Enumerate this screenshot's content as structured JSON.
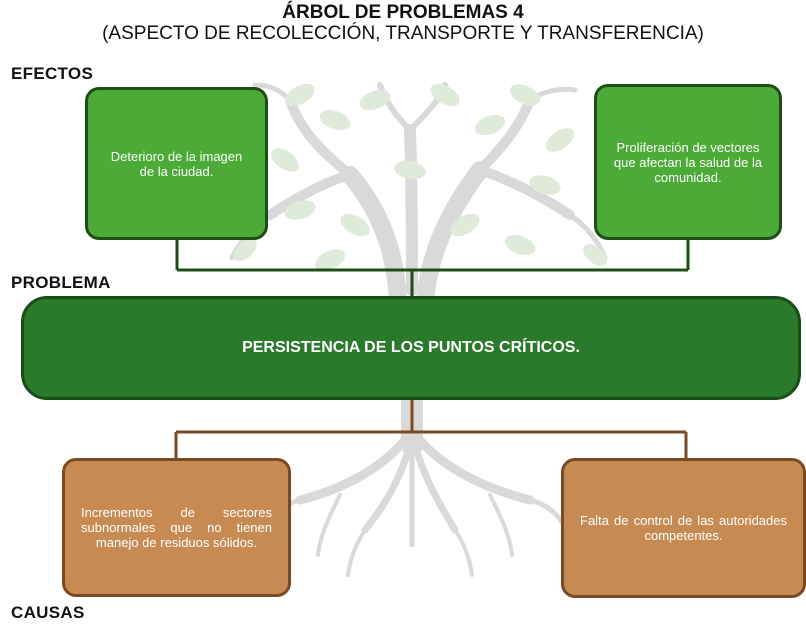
{
  "header": {
    "title": "ÁRBOL DE PROBLEMAS 4",
    "subtitle": "(ASPECTO DE RECOLECCIÓN, TRANSPORTE Y TRANSFERENCIA)"
  },
  "sections": {
    "effects_label": "EFECTOS",
    "problem_label": "PROBLEMA",
    "causes_label": "CAUSAS"
  },
  "effects": [
    {
      "text": "Deterioro de la imagen de la ciudad."
    },
    {
      "text": "Proliferación de vectores que afectan la salud de la comunidad."
    }
  ],
  "problem": {
    "text": "PERSISTENCIA DE LOS PUNTOS CRÍTICOS."
  },
  "causes": [
    {
      "text": "Incrementos de sectores subnormales que no tienen manejo de residuos sólidos."
    },
    {
      "text": "Falta de control de las autoridades competentes."
    }
  ],
  "colors": {
    "effect_fill": "#4caa36",
    "problem_fill": "#2b7a2b",
    "cause_fill": "#c68a52",
    "effect_connector": "#1f4d16",
    "cause_connector": "#7a4a24",
    "watermark_tree": "#d4d4d4"
  }
}
